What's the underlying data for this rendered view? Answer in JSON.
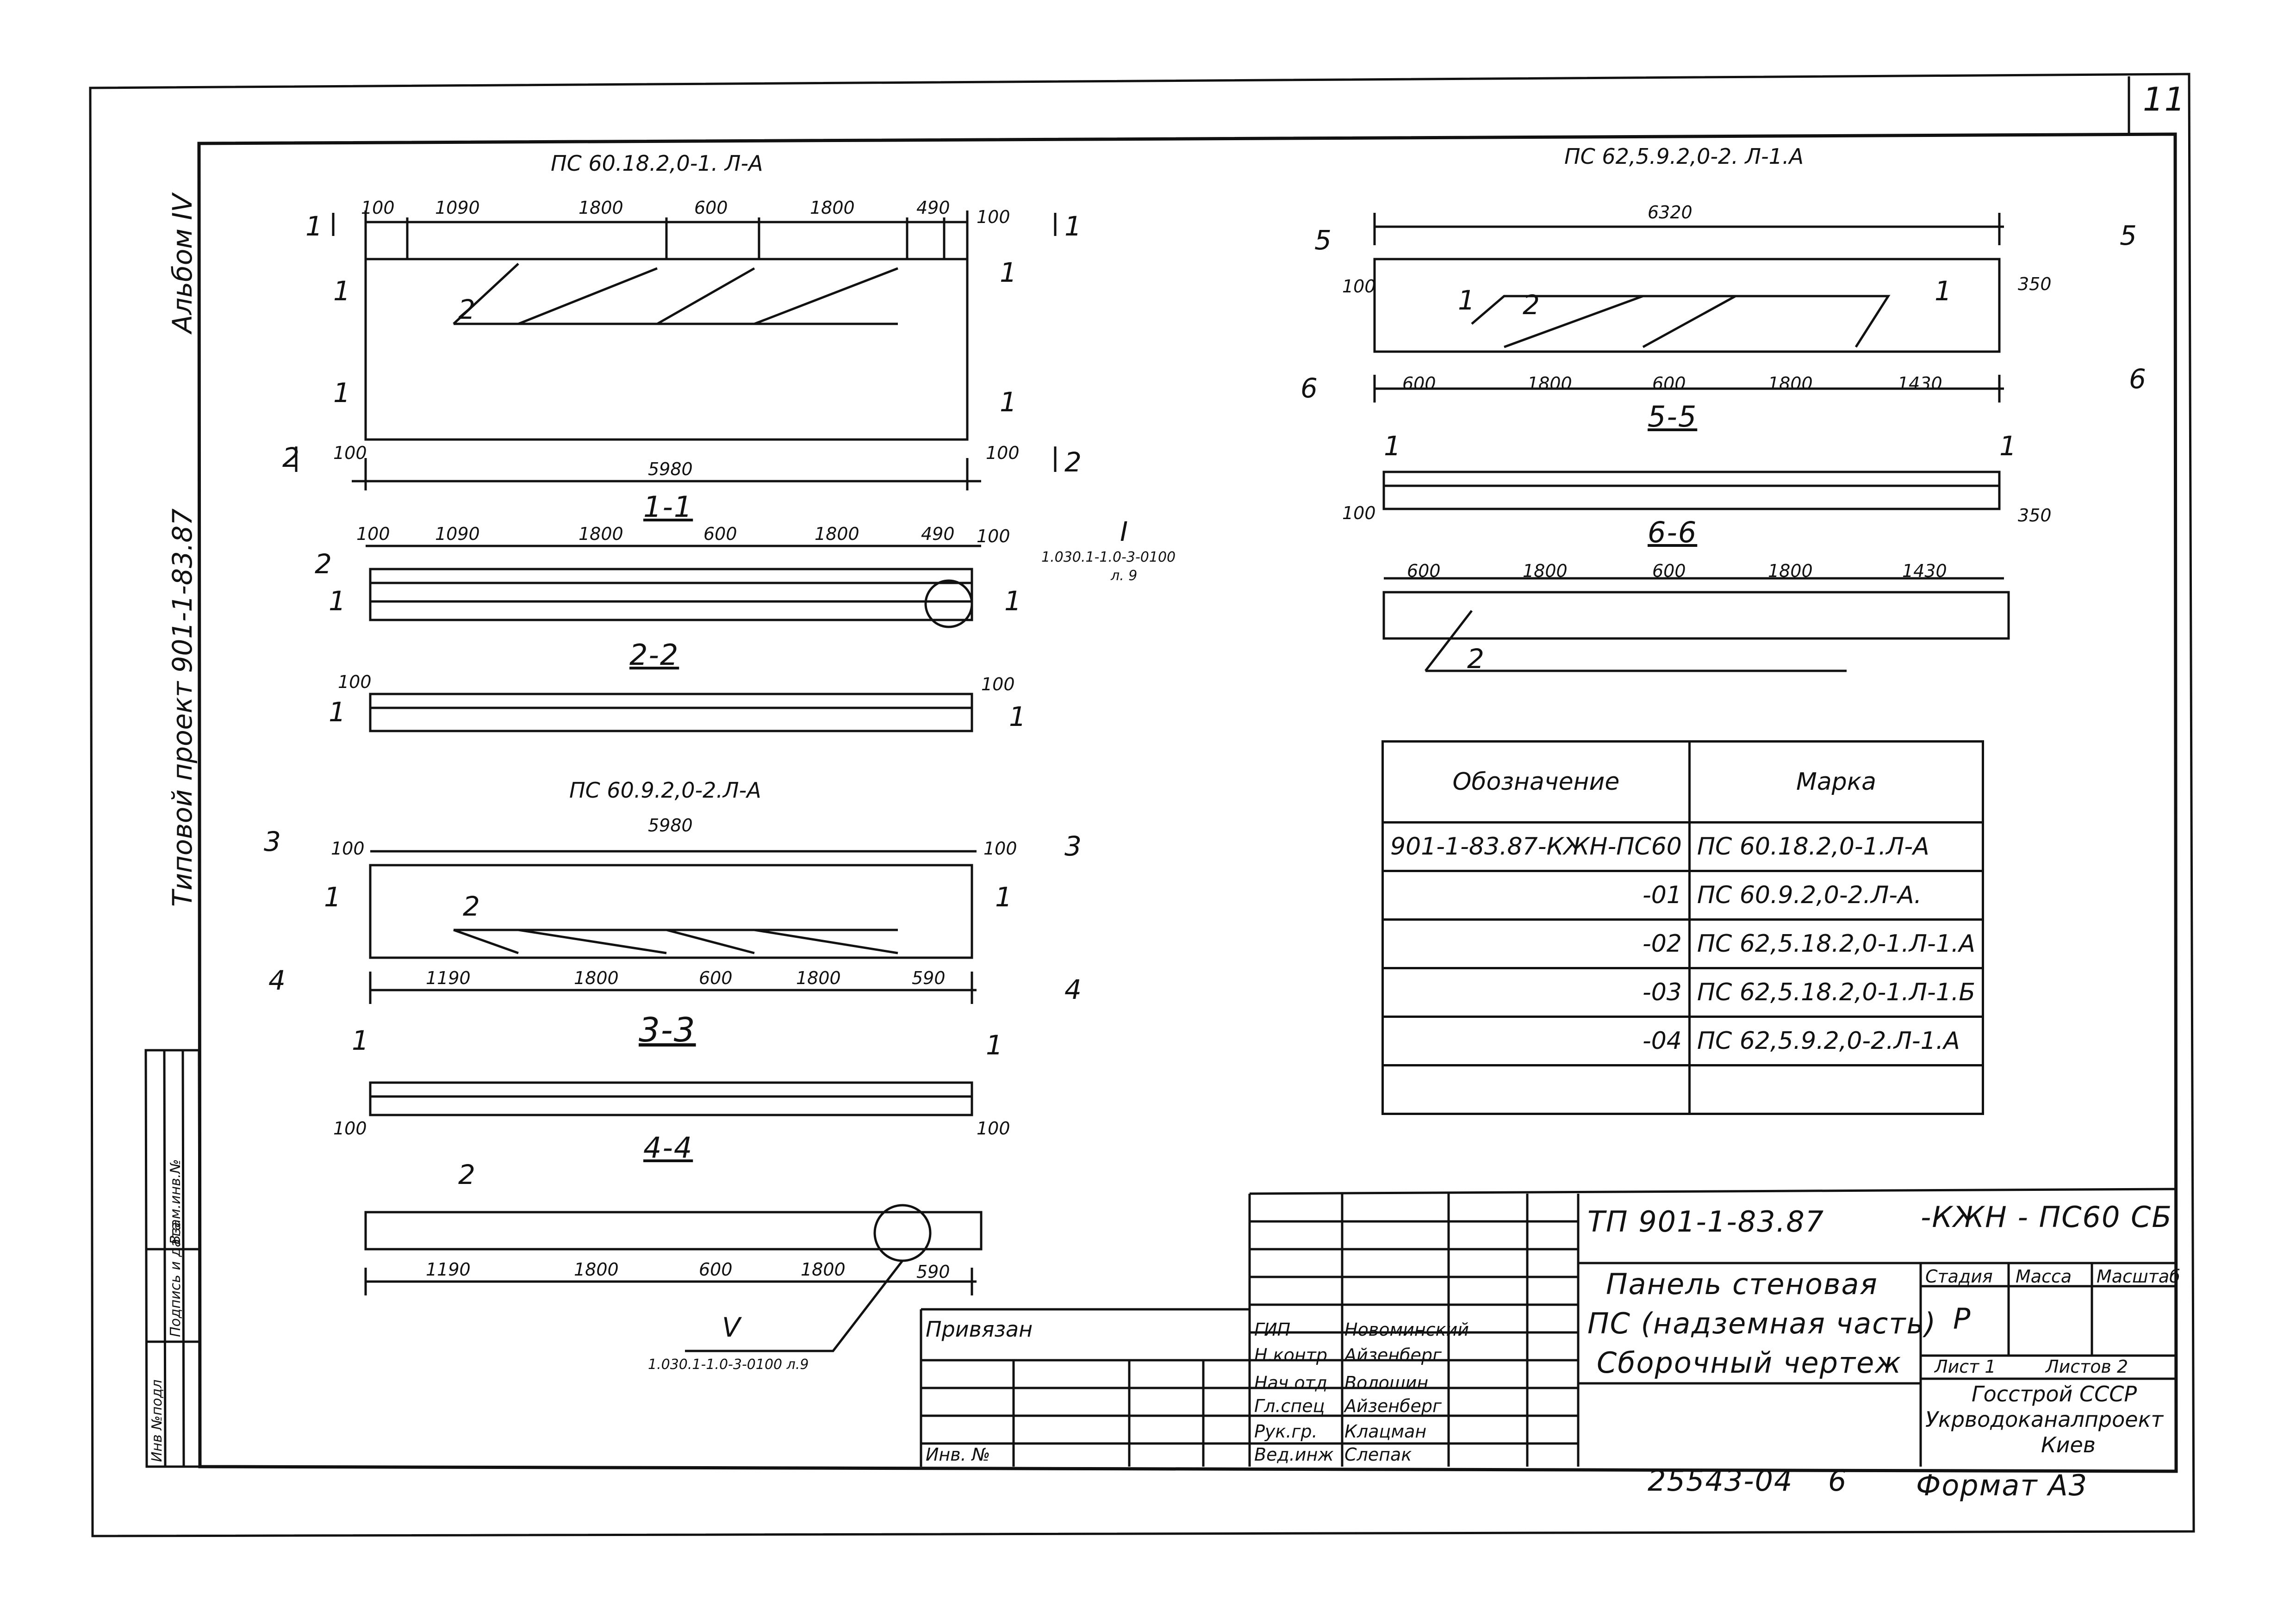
{
  "sheet_number": "11",
  "album": "Альбом IV",
  "project_side": "Типовой проект 901-1-83.87",
  "left_stamp": {
    "col1": "Инв №подл",
    "col2": "Подпись и дата",
    "col3": "Взам.инв.№"
  },
  "views": {
    "v1_title": "ПС 60.18.2,0-1. Л-А",
    "v1_dims_top": [
      "100",
      "1090",
      "1800",
      "600",
      "1800",
      "490",
      "100"
    ],
    "v1_total": "5980",
    "v1_dim_side": [
      "100",
      "100",
      "100"
    ],
    "section_1_1": "1-1",
    "s11_dims": [
      "100",
      "1090",
      "1800",
      "600",
      "1800",
      "490",
      "100"
    ],
    "ref_I_mark": "I",
    "ref_I_text": "1.030.1-1.0-3-0100",
    "ref_I_sheet": "л. 9",
    "section_2_2": "2-2",
    "s22_dims": [
      "100",
      "100"
    ],
    "v2_title": "ПС 60.9.2,0-2.Л-А",
    "v2_total": "5980",
    "v2_dims_bottom": [
      "1190",
      "1800",
      "600",
      "1800",
      "590"
    ],
    "v2_side": [
      "100",
      "100"
    ],
    "section_3_3": "3-3",
    "s33_dims": [
      "100",
      "100"
    ],
    "section_4_4": "4-4",
    "s44_dims": [
      "1190",
      "1800",
      "600",
      "1800",
      "590"
    ],
    "ref_V_mark": "V",
    "ref_V_text": "1.030.1-1.0-3-0100 л.9",
    "v3_title": "ПС 62,5.9.2,0-2. Л-1.А",
    "v3_total": "6320",
    "v3_dims_bottom": [
      "600",
      "1800",
      "600",
      "1800",
      "1430"
    ],
    "v3_side": [
      "100",
      "350"
    ],
    "section_5_5": "5-5",
    "s55_dims": [
      "100",
      "350"
    ],
    "section_6_6": "6-6",
    "s66_dims": [
      "600",
      "1800",
      "600",
      "1800",
      "1430"
    ],
    "marks": {
      "one": "1",
      "two": "2",
      "s1": "1",
      "s2": "2",
      "s3": "3",
      "s4": "4",
      "s5": "5",
      "s6": "6"
    }
  },
  "spec_table": {
    "header": [
      "Обозначение",
      "Марка"
    ],
    "rows": [
      [
        "901-1-83.87-КЖН-ПС60",
        "ПС 60.18.2,0-1.Л-А"
      ],
      [
        "-01",
        "ПС 60.9.2,0-2.Л-А."
      ],
      [
        "-02",
        "ПС 62,5.18.2,0-1.Л-1.А"
      ],
      [
        "-03",
        "ПС 62,5.18.2,0-1.Л-1.Б"
      ],
      [
        "-04",
        "ПС 62,5.9.2,0-2.Л-1.А"
      ],
      [
        "",
        ""
      ]
    ]
  },
  "title_block": {
    "doc_code": "ТП 901-1-83.87",
    "doc_suffix": "-КЖН - ПС60 СБ",
    "name_line1": "Панель стеновая",
    "name_line2": "ПС (надземная часть)",
    "name_line3": "Сборочный чертеж",
    "stage_hdr": "Стадия",
    "mass_hdr": "Масса",
    "scale_hdr": "Масштаб",
    "stage_val": "Р",
    "sheet_lbl": "Лист 1",
    "sheets_lbl": "Листов 2",
    "org1": "Госстрой СССР",
    "org2": "Укрводоканалпроект",
    "org3": "Киев",
    "tied": "Привязан",
    "inv": "Инв. №",
    "roles": [
      "ГИП",
      "Н.контр",
      "Нач.отд",
      "Гл.спец",
      "Рук.гр.",
      "Вед.инж"
    ],
    "names": [
      "Новоминский",
      "Айзенберг",
      "Волошин",
      "Айзенберг",
      "Клацман",
      "Слепак"
    ]
  },
  "footer": {
    "archive": "25543-04",
    "copy": "6",
    "format": "Формат А3"
  }
}
